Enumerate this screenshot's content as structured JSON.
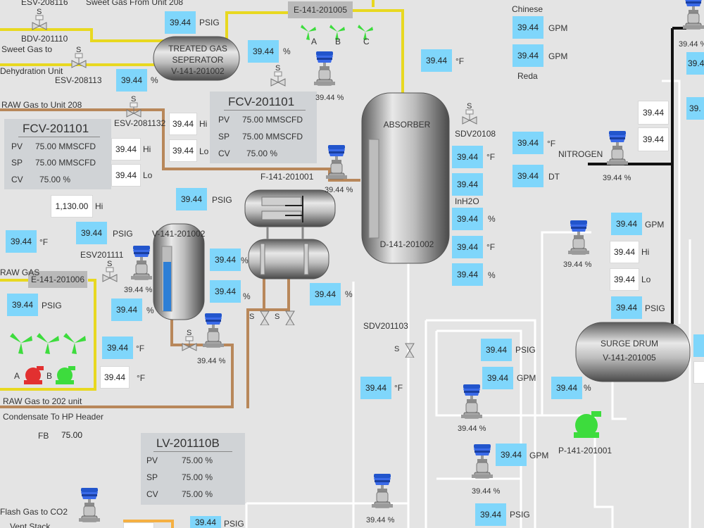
{
  "pv_value": "39.44",
  "units": {
    "psig": "PSIG",
    "pct": "%",
    "degF": "°F",
    "gpm": "GPM",
    "dt": "DT",
    "hi": "Hi",
    "lo": "Lo"
  },
  "valve_pct": "39.44 %",
  "labels": {
    "esv208116": "ESV-208116",
    "sweet_gas_from": "Sweet Gas From Unit 208",
    "bdv201110": "BDV-201110",
    "sweet_gas_to": "Sweet Gas to",
    "dehydration": "Dehydration Unit",
    "esv208113": "ESV-208113",
    "raw_gas_208": "RAW Gas to Unit 208",
    "esv2081132": "ESV-2081132",
    "esv201111": "ESV201111",
    "raw_gas": "RAW GAS",
    "raw_gas_202": "RAW Gas to 202 unit",
    "condensate": "Condensate To HP Header",
    "fb": "FB",
    "fb_value": "75.00",
    "flash_gas": "Flash Gas to CO2",
    "vent_stack": "Vent Stack",
    "fan_a": "A",
    "fan_b": "B",
    "fan_c": "C",
    "pump_a": "A",
    "pump_b": "B",
    "chinese": "Chinese",
    "reda": "Reda",
    "nitrogen": "NITROGEN",
    "inh2o": "InH2O",
    "sdv20108": "SDV20108",
    "sdv201103": "SDV201103",
    "s": "S",
    "hi_1130": "1,130.00",
    "box_3944": "39.44",
    "partial_39": "39."
  },
  "tags": {
    "e141_201005": "E-141-201005",
    "e141_201006": "E-141-201006"
  },
  "vessels": {
    "treated_gas": "TREATED GAS",
    "seperator": "SEPERATOR",
    "v141_201002a": "V-141-201002",
    "absorber": "ABSORBER",
    "d141_201002": "D-141-201002",
    "f141_201001": "F-141-201001",
    "v141_201002b": "V-141-201002",
    "surge_drum": "SURGE DRUM",
    "v141_201005": "V-141-201005",
    "p141_201001": "P-141-201001"
  },
  "panels": {
    "fcv_left": {
      "title": "FCV-201101",
      "pv_label": "PV",
      "pv": "75.00 MMSCFD",
      "sp_label": "SP",
      "sp": "75.00 MMSCFD",
      "cv_label": "CV",
      "cv": "75.00 %"
    },
    "fcv_mid": {
      "title": "FCV-201101",
      "pv_label": "PV",
      "pv": "75.00 MMSCFD",
      "sp_label": "SP",
      "sp": "75.00 MMSCFD",
      "cv_label": "CV",
      "cv": "75.00 %"
    },
    "lv": {
      "title": "LV-201110B",
      "pv_label": "PV",
      "pv": "75.00 %",
      "sp_label": "SP",
      "sp": "75.00 %",
      "cv_label": "CV",
      "cv": "75.00 %"
    }
  },
  "colors": {
    "yellow_pipe": "#e8d820",
    "brown_pipe": "#b8875a",
    "white_pipe": "#ffffff",
    "black_pipe": "#111111",
    "orange_pipe": "#f5b042",
    "value_bg": "#7fd6fb",
    "valve_blue": "#2255cc",
    "fan_green": "#3ddc3d",
    "pump_red": "#e23030",
    "pump_green": "#3ddc3d",
    "level_blue": "#2e7fd6"
  }
}
